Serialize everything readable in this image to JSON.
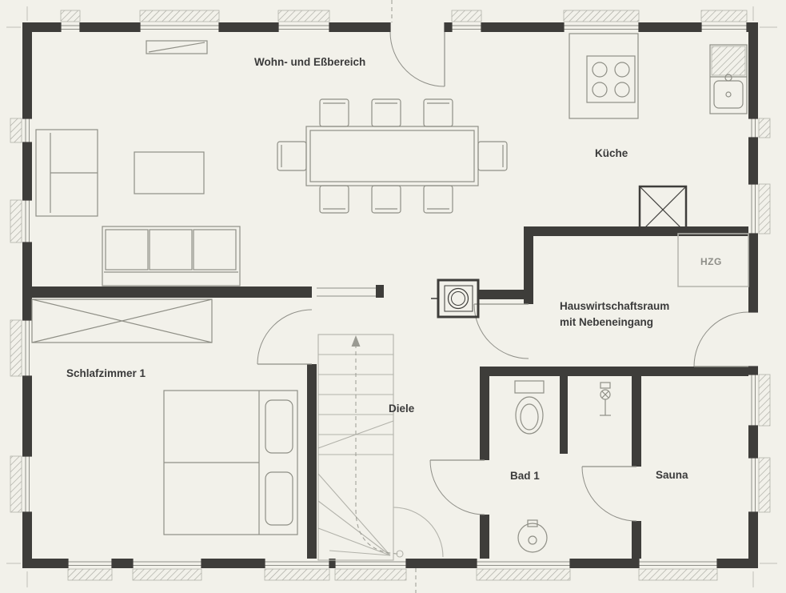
{
  "plan": {
    "rooms": {
      "living": {
        "label": "Wohn- und Eßbereich"
      },
      "kitchen": {
        "label": "Küche"
      },
      "utility": {
        "label_line1": "Hauswirtschaftsraum",
        "label_line2": "mit Nebeneingang"
      },
      "bedroom": {
        "label": "Schlafzimmer 1"
      },
      "hall": {
        "label": "Diele"
      },
      "bath": {
        "label": "Bad 1"
      },
      "sauna": {
        "label": "Sauna"
      },
      "heating": {
        "label": "HZG"
      }
    },
    "colors": {
      "background": "#f2f1ea",
      "wall": "#3e3d3a",
      "furniture": "#8f8f86",
      "stairs": "#b2b2aa",
      "text": "#3b3b3b",
      "muted_text": "#8e8e88"
    }
  }
}
